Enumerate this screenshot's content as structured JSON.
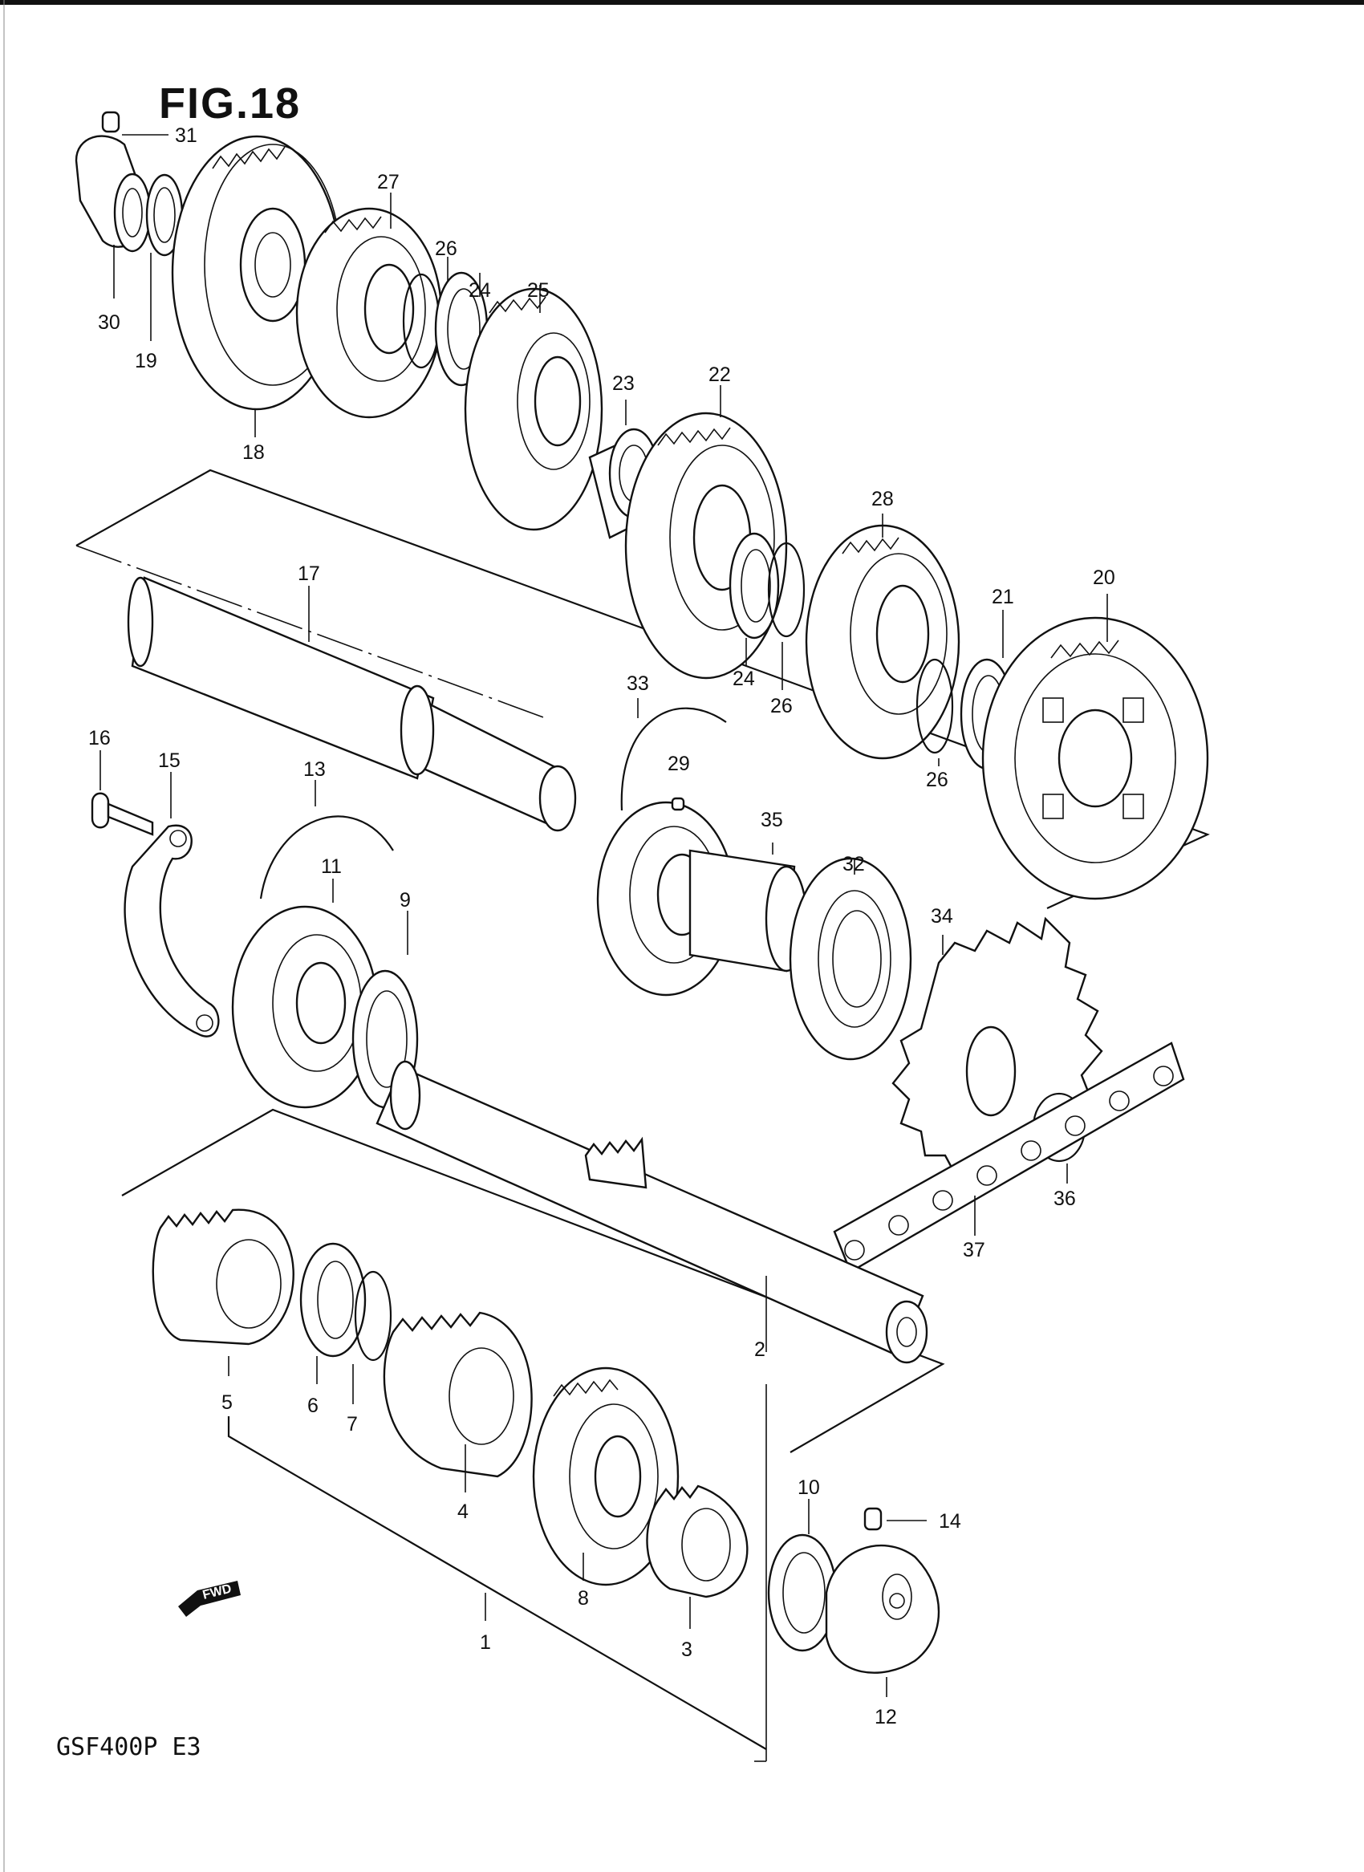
{
  "figure": {
    "title": "FIG.18",
    "model_code": "GSF400P  E3"
  },
  "fwd_arrow": {
    "label": "FWD",
    "icon": "forward-arrow-icon"
  },
  "labels": {
    "p1": "1",
    "p2": "2",
    "p3": "3",
    "p4": "4",
    "p5": "5",
    "p6": "6",
    "p7": "7",
    "p8": "8",
    "p9": "9",
    "p10": "10",
    "p11": "11",
    "p12": "12",
    "p13": "13",
    "p14": "14",
    "p15": "15",
    "p16": "16",
    "p17": "17",
    "p18": "18",
    "p19": "19",
    "p20": "20",
    "p21": "21",
    "p22": "22",
    "p23": "23",
    "p24a": "24",
    "p24b": "24",
    "p25": "25",
    "p26a": "26",
    "p26b": "26",
    "p26c": "26",
    "p27": "27",
    "p28": "28",
    "p29": "29",
    "p30": "30",
    "p31": "31",
    "p32": "32",
    "p33": "33",
    "p34": "34",
    "p35": "35",
    "p36": "36",
    "p37": "37"
  },
  "colors": {
    "ink": "#111111",
    "paper": "#ffffff"
  }
}
